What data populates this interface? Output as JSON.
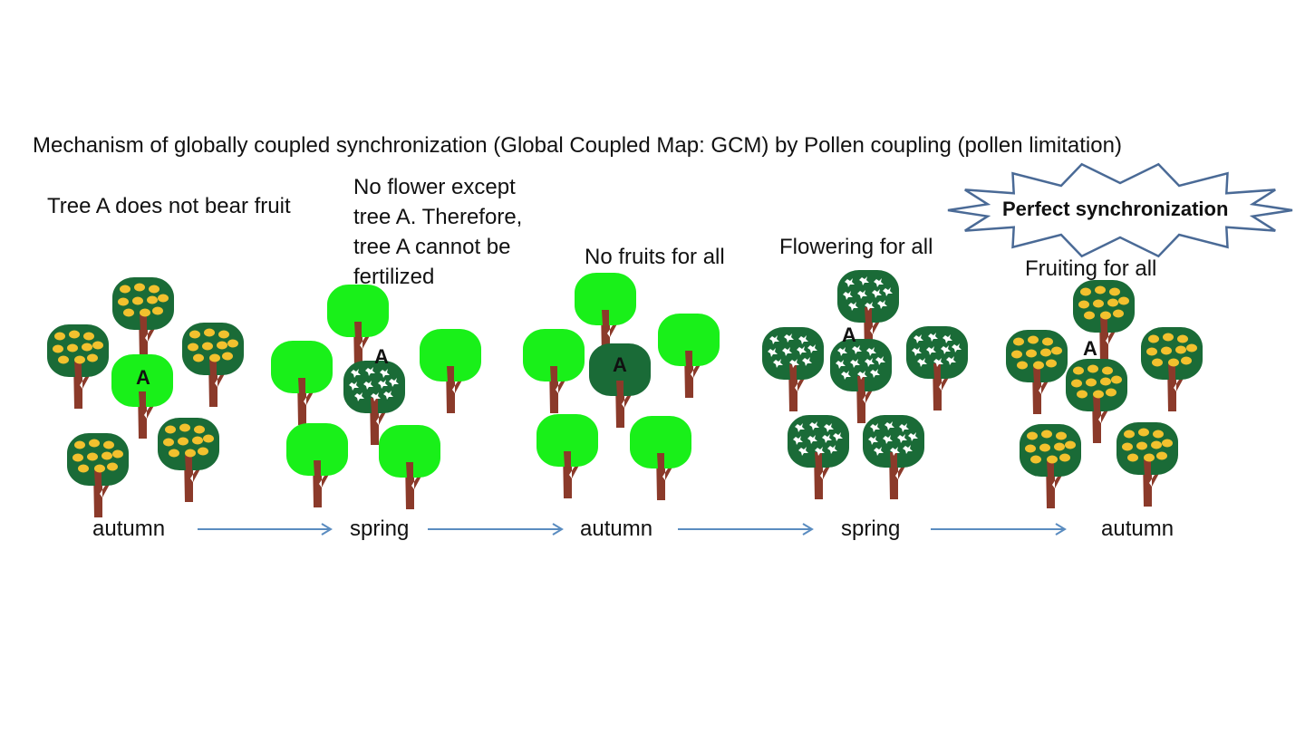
{
  "title": "Mechanism of globally coupled synchronization (Global Coupled  Map: GCM) by Pollen coupling (pollen limitation)",
  "stages": [
    {
      "caption": "Tree A does not bear fruit",
      "season": "autumn"
    },
    {
      "caption_lines": [
        "No flower except",
        "tree A. Therefore,",
        "tree A cannot be",
        "fertilized"
      ],
      "season": "spring"
    },
    {
      "caption": "No fruits for all",
      "season": "autumn"
    },
    {
      "caption": "Flowering for all",
      "season": "spring"
    },
    {
      "caption": "Fruiting for all",
      "season": "autumn"
    }
  ],
  "highlight": "Perfect synchronization",
  "tree_label": "A",
  "colors": {
    "dark_canopy": "#1a6b37",
    "light_canopy": "#19f019",
    "trunk": "#8b3a2a",
    "fruit": "#f2c12e",
    "flower": "#ffffff",
    "arrow": "#5a8cc0",
    "star_stroke": "#4a6a96"
  },
  "icons": [
    "apple-tree-icon",
    "bare-tree-icon",
    "flowering-tree-icon",
    "arrow-right-icon",
    "starburst-icon"
  ]
}
